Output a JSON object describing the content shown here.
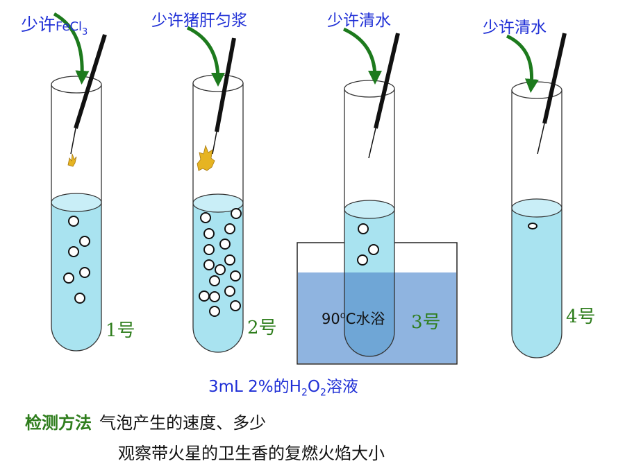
{
  "labels": {
    "tube1_reagent_prefix": "少许",
    "tube1_reagent_formula": "FeCl",
    "tube1_reagent_subscript": "3",
    "tube2_reagent": "少许猪肝匀浆",
    "tube3_reagent": "少许清水",
    "tube4_reagent": "少许清水",
    "tube1": "1号",
    "tube2": "2号",
    "tube3": "3号",
    "tube4": "4号",
    "bath_temp": "90",
    "bath_degree": "o",
    "bath_text": "C水浴"
  },
  "solution": {
    "amount": "3mL  2%的H",
    "sub1": "2",
    "mid": "O",
    "sub2": "2",
    "suffix": "溶液"
  },
  "method": {
    "heading": "检测方法",
    "line1": "气泡产生的速度、多少",
    "line2": "观察带火星的卫生香的复燃火焰大小"
  },
  "colors": {
    "liquid": "#a9e3f0",
    "bath_water": "#8fb4e0",
    "arrow_green": "#1d7a1d",
    "label_blue": "#1f2fd6",
    "label_green": "#2e7d1c"
  }
}
